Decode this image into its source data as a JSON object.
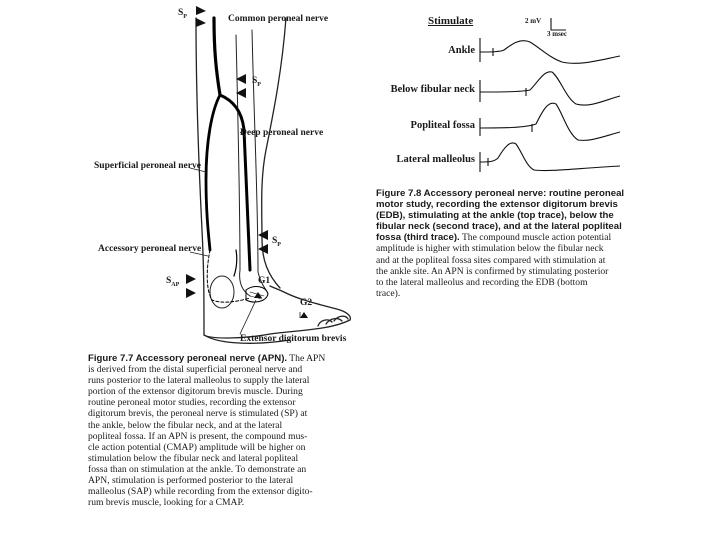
{
  "leg_figure": {
    "labels": {
      "sp_top": "S",
      "sp_top_sub": "P",
      "common_peroneal": "Common peroneal nerve",
      "sp_mid": "S",
      "sp_mid_sub": "P",
      "deep_peroneal": "Deep peroneal nerve",
      "superficial_peroneal": "Superficial peroneal nerve",
      "accessory_peroneal": "Accessory peroneal nerve",
      "sp_low": "S",
      "sp_low_sub": "P",
      "sap": "S",
      "sap_sub": "AP",
      "g1": "G1",
      "g2": "G2",
      "edb": "Extensor digitorum brevis"
    },
    "caption_title": "Figure 7.7   Accessory peroneal nerve (APN).",
    "caption_lines": [
      "is derived from the distal superficial peroneal nerve and",
      "runs posterior to the lateral malleolus to supply the lateral",
      "portion of the extensor digitorum brevis muscle. During",
      "routine peroneal motor studies, recording the extensor",
      "digitorum brevis, the peroneal nerve is stimulated (SP) at",
      "the ankle, below the fibular neck, and at the lateral",
      "popliteal fossa. If an APN is present, the compound mus-",
      "cle action potential (CMAP) amplitude will be higher on",
      "stimulation below the fibular neck and lateral popliteal",
      "fossa than on stimulation at the ankle. To demonstrate an",
      "APN, stimulation is performed posterior to the lateral",
      "malleolus (SAP) while recording from the extensor digito-",
      "rum brevis muscle, looking for a CMAP."
    ],
    "caption_first_rest": "The APN"
  },
  "trace_figure": {
    "header": "Stimulate",
    "scale_v": "2 mV",
    "scale_t": "3 msec",
    "traces": [
      {
        "label": "Ankle"
      },
      {
        "label": "Below fibular neck"
      },
      {
        "label": "Popliteal fossa"
      },
      {
        "label": "Lateral malleolus"
      }
    ],
    "caption_title": "Figure 7.8   Accessory peroneal nerve: routine peroneal",
    "caption_bold_lines": [
      "motor study, recording the extensor digitorum brevis",
      "(EDB), stimulating at the ankle (top trace), below the",
      "fibular neck (second trace), and at the lateral popliteal",
      "fossa (third trace)."
    ],
    "caption_bold_tail": "The compound muscle action potential",
    "caption_lines": [
      "amplitude is higher with stimulation below the fibular neck",
      "and at the popliteal fossa sites compared with stimulation at",
      "the ankle site. An APN is confirmed by stimulating posterior",
      "to the lateral malleolus and recording the EDB (bottom",
      "trace)."
    ]
  }
}
